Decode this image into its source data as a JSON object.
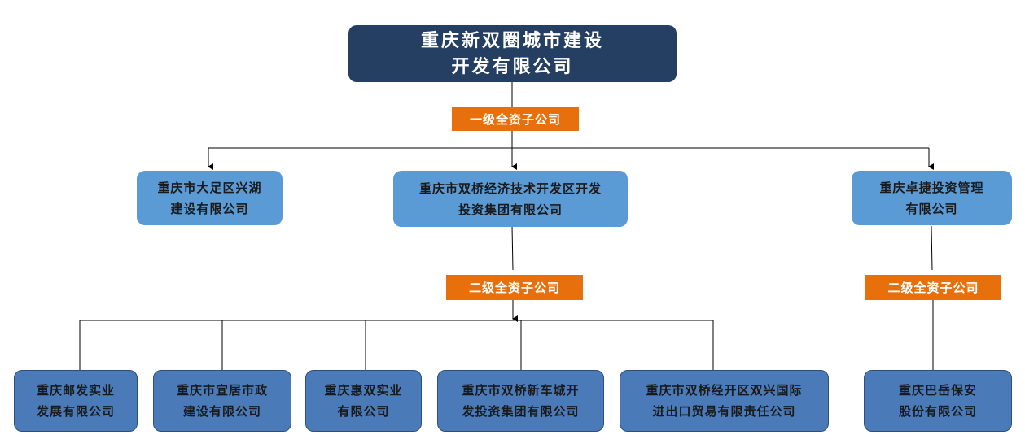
{
  "root": {
    "line1": "重庆新双圈城市建设",
    "line2": "开发有限公司"
  },
  "tags": {
    "first_level": "一级全资子公司",
    "second_level_a": "二级全资子公司",
    "second_level_b": "二级全资子公司"
  },
  "level1": [
    {
      "line1": "重庆市大足区兴湖",
      "line2": "建设有限公司"
    },
    {
      "line1": "重庆市双桥经济技术开发区开发",
      "line2": "投资集团有限公司"
    },
    {
      "line1": "重庆卓捷投资管理",
      "line2": "有限公司"
    }
  ],
  "level2": [
    {
      "line1": "重庆邮发实业",
      "line2": "发展有限公司"
    },
    {
      "line1": "重庆市宜居市政",
      "line2": "建设有限公司"
    },
    {
      "line1": "重庆惠双实业",
      "line2": "有限公司"
    },
    {
      "line1": "重庆市双桥新车城开",
      "line2": "发投资集团有限公司"
    },
    {
      "line1": "重庆市双桥经开区双兴国际",
      "line2": "进出口贸易有限责任公司"
    },
    {
      "line1": "重庆巴岳保安",
      "line2": "股份有限公司"
    }
  ]
}
